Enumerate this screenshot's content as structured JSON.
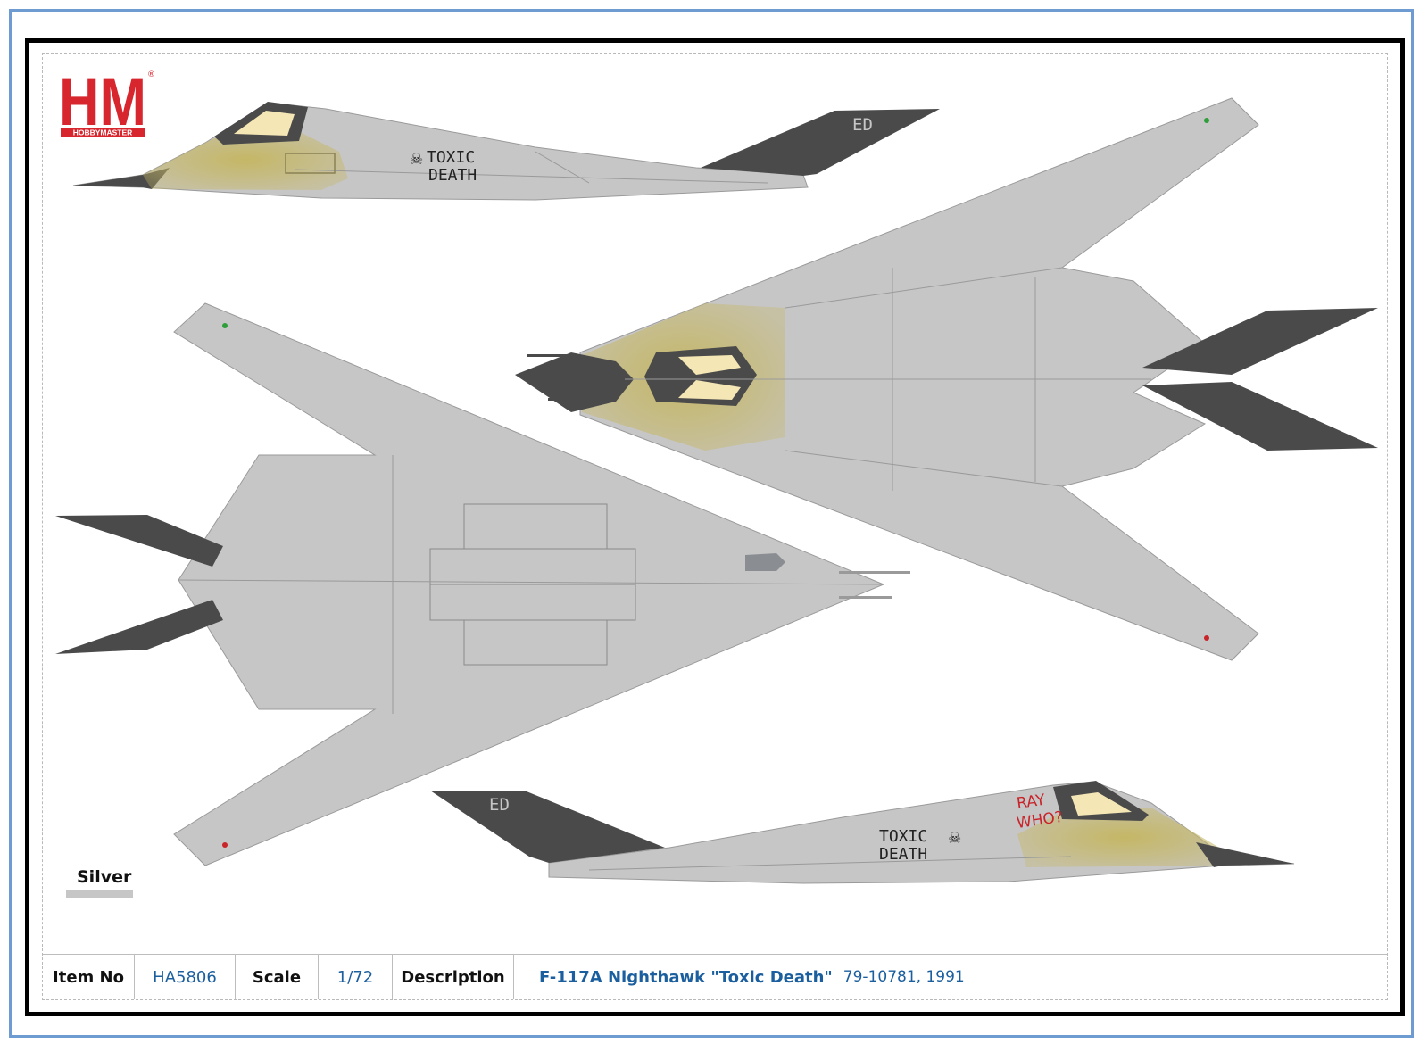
{
  "logo": {
    "letters": "HM",
    "brand": "HOBBYMASTER",
    "reg_mark": "®",
    "color": "#d7262d"
  },
  "aircraft": {
    "nose_art": {
      "line1": "TOXIC",
      "line2": "DEATH"
    },
    "tail_code": "ED",
    "kill_text": {
      "line1": "RAY",
      "line2": "WHO?"
    }
  },
  "colors": {
    "silver": "#c6c6c6",
    "dark_gray": "#4a4a4a",
    "tan": "#c5b766",
    "canopy_glass": "#f5e7b5",
    "panel_line": "#9a9a9a",
    "frame_blue": "#6f9bd3",
    "kill_red": "#c8242a"
  },
  "legend": {
    "label": "Silver",
    "swatch_color": "#c6c6c6"
  },
  "info_table": {
    "item_no_label": "Item No",
    "item_no_value": "HA5806",
    "scale_label": "Scale",
    "scale_value": "1/72",
    "description_label": "Description",
    "description_main": "F-117A Nighthawk \"Toxic Death\"",
    "description_sub": "79-10781, 1991"
  }
}
